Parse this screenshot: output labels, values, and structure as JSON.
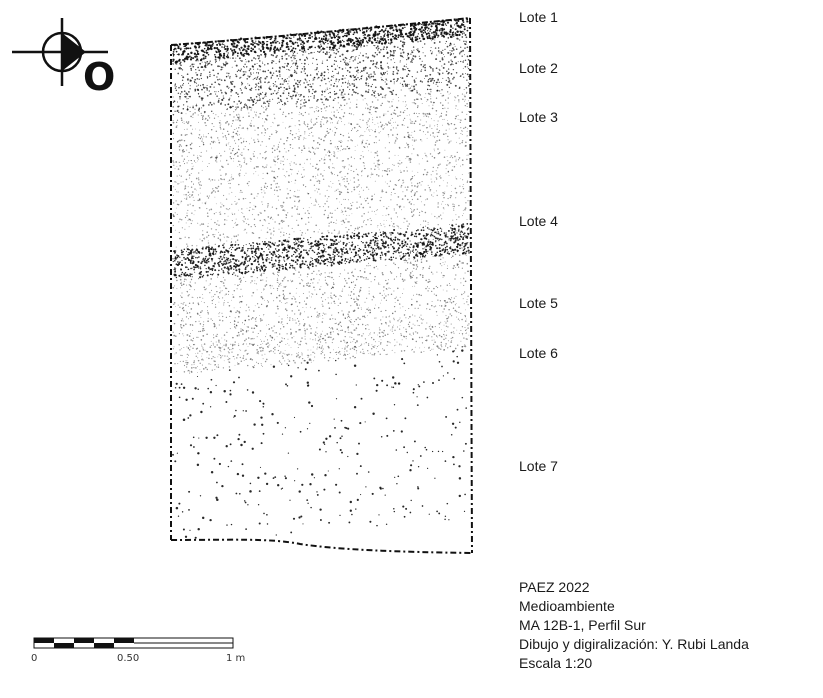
{
  "north_arrow": {
    "icon": "north-arrow-icon",
    "letter": "O"
  },
  "profile": {
    "lotes": [
      {
        "label": "Lote 1"
      },
      {
        "label": "Lote 2"
      },
      {
        "label": "Lote 3"
      },
      {
        "label": "Lote 4"
      },
      {
        "label": "Lote 5"
      },
      {
        "label": "Lote 6"
      },
      {
        "label": "Lote 7"
      }
    ]
  },
  "scale_bar": {
    "ticks": [
      "0",
      "0.50",
      "1 m"
    ]
  },
  "caption": {
    "line1": "PAEZ 2022",
    "line2": "Medioambiente",
    "line3": "MA 12B-1, Perfil Sur",
    "line4": "Dibujo y digiralización: Y. Rubi Landa",
    "line5": "Escala 1:20"
  },
  "colors": {
    "ink": "#111111",
    "background": "#ffffff"
  }
}
